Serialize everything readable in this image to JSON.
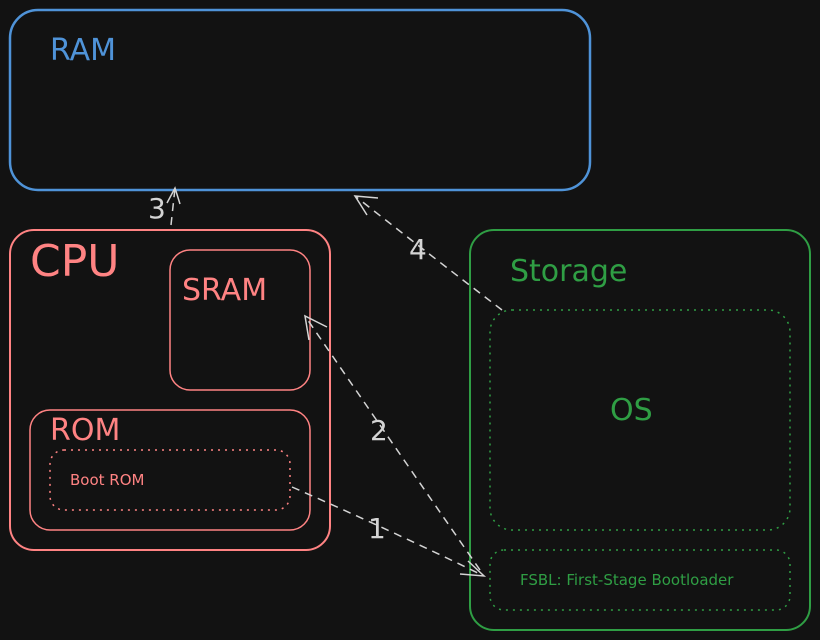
{
  "ram": {
    "label": "RAM",
    "color": "#4f93d8"
  },
  "cpu": {
    "label": "CPU",
    "color": "#ff8383",
    "sram_label": "SRAM",
    "rom_label": "ROM",
    "boot_rom_label": "Boot ROM"
  },
  "storage": {
    "label": "Storage",
    "color": "#2f9e44",
    "os_label": "OS",
    "fsbl_label": "FSBL: First-Stage Bootloader"
  },
  "steps": {
    "one": "1",
    "two": "2",
    "three": "3",
    "four": "4"
  },
  "arrow_color": "#d4d4d4"
}
